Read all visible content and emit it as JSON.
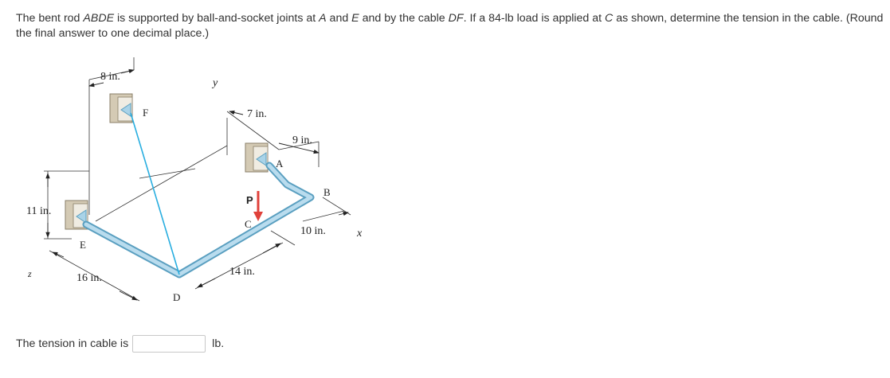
{
  "question": {
    "p1": "The bent rod ",
    "rod": "ABDE",
    "p2": " is supported by ball-and-socket joints at ",
    "jA": "A",
    "p3": " and ",
    "jE": "E",
    "p4": " and by the cable ",
    "cable": "DF",
    "p5": ". If a 84-lb load is applied at ",
    "ptC": "C",
    "p6": " as shown, determine the tension in the cable. (Round the final answer to one decimal place.)"
  },
  "figure": {
    "dims": {
      "d8": "8 in.",
      "d7": "7 in.",
      "d9": "9 in.",
      "d11": "11 in.",
      "d10": "10 in.",
      "d16": "16 in.",
      "d14": "14 in."
    },
    "labels": {
      "F": "F",
      "A": "A",
      "B": "B",
      "C": "C",
      "D": "D",
      "E": "E",
      "P": "P",
      "x": "x",
      "y": "y",
      "z": "z"
    },
    "colors": {
      "rod": "#8ec5de",
      "rod_edge": "#5a9fc0",
      "cable": "#29aee0",
      "load": "#e0413a",
      "support": "#d4cab4"
    }
  },
  "answer": {
    "prompt": "The tension in cable is",
    "value": "",
    "unit": "lb."
  }
}
